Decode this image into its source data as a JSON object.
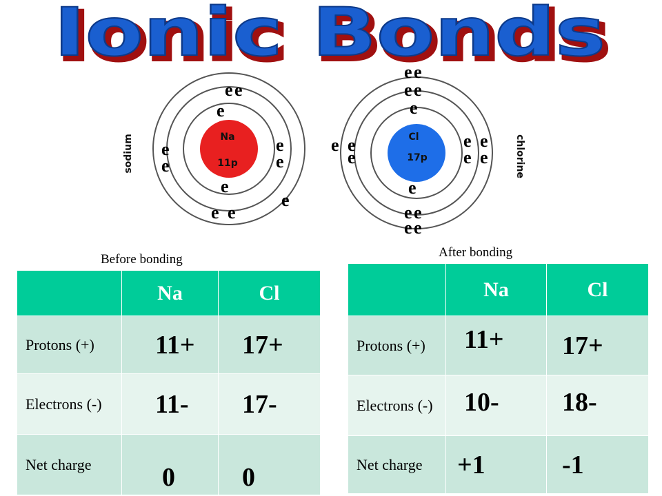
{
  "title": "Ionic Bonds",
  "colors": {
    "title_fill": "#1a5fd0",
    "title_shadow": "#a01010",
    "na_nucleus": "#e82020",
    "cl_nucleus": "#1e6ee8",
    "header": "#00cc99",
    "row_dark": "#c9e7dc",
    "row_light": "#e6f4ee",
    "orbit": "#555555"
  },
  "atoms": {
    "sodium": {
      "side_label": "sodium",
      "symbol": "Na",
      "protons": "11p",
      "electron_mark": "e"
    },
    "chlorine": {
      "side_label": "chlorine",
      "symbol": "Cl",
      "protons": "17p",
      "electron_mark": "e"
    }
  },
  "before": {
    "caption": "Before bonding",
    "headers": [
      "",
      "Na",
      "Cl"
    ],
    "rows": [
      {
        "label": "Protons (+)",
        "na": "11+",
        "cl": "17+"
      },
      {
        "label": "Electrons (-)",
        "na": "11-",
        "cl": "17-"
      },
      {
        "label": "Net charge",
        "na": "0",
        "cl": "0"
      }
    ]
  },
  "after": {
    "caption": "After bonding",
    "headers": [
      "",
      "Na",
      "Cl"
    ],
    "rows": [
      {
        "label": "Protons (+)",
        "na": "11+",
        "cl": "17+"
      },
      {
        "label": "Electrons (-)",
        "na": "10-",
        "cl": "18-"
      },
      {
        "label": "Net charge",
        "na": "+1",
        "cl": "-1"
      }
    ]
  }
}
